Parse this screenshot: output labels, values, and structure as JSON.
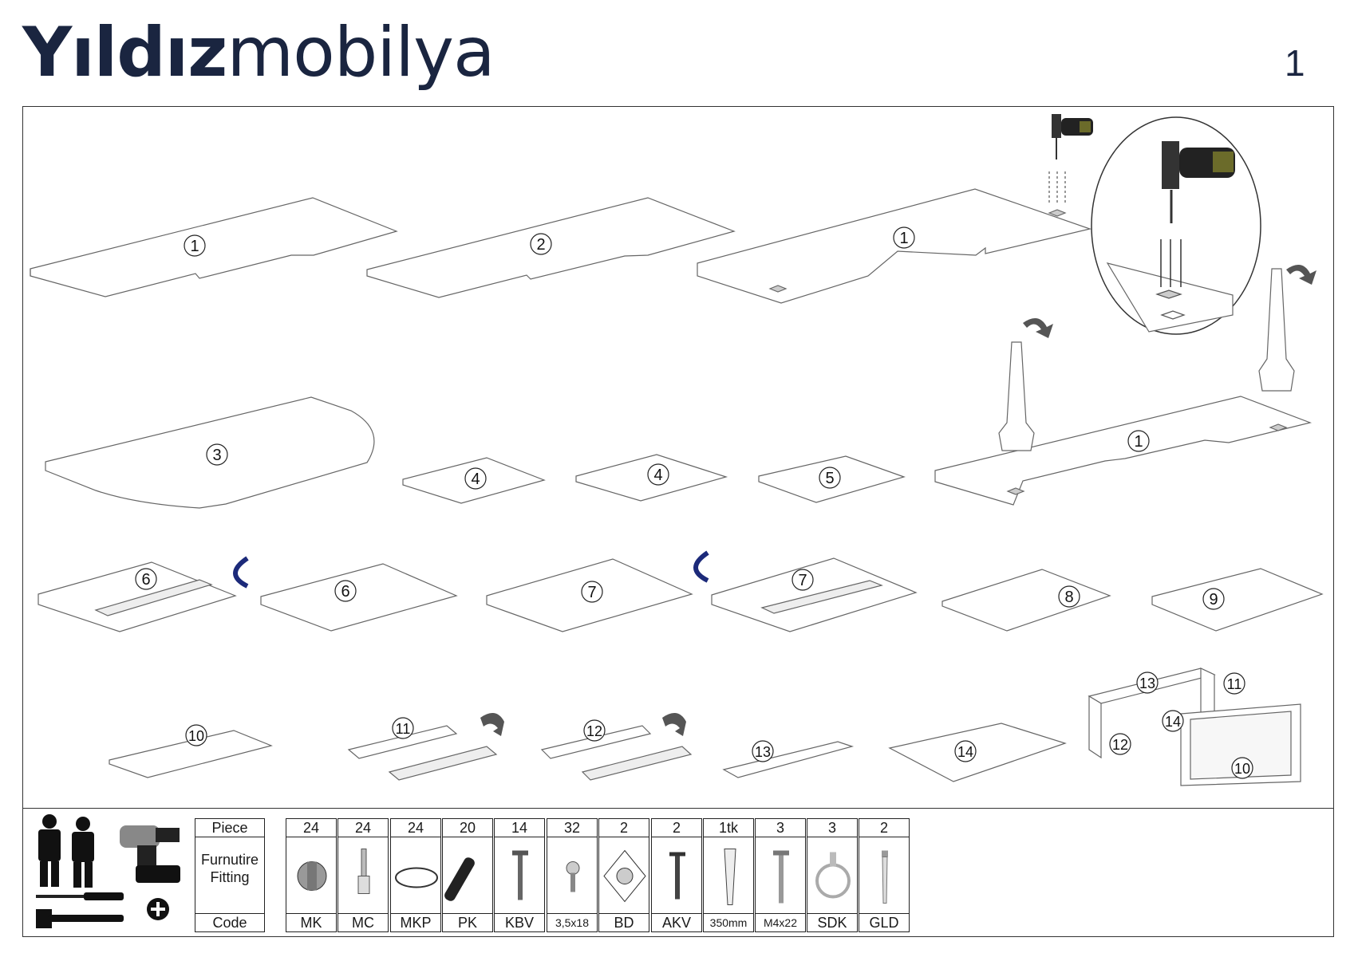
{
  "brand": {
    "bold": "Yıldız",
    "light": "mobilya"
  },
  "page_number": "1",
  "parts": {
    "p1a": "1",
    "p2": "2",
    "p1b": "1",
    "p3": "3",
    "p4a": "4",
    "p4b": "4",
    "p5": "5",
    "p1c": "1",
    "p6a": "6",
    "p6b": "6",
    "p7a": "7",
    "p7b": "7",
    "p8": "8",
    "p9": "9",
    "p10": "10",
    "p11": "11",
    "p12": "12",
    "p13": "13",
    "p14": "14",
    "d13": "13",
    "d11": "11",
    "d14": "14",
    "d12": "12",
    "d10": "10"
  },
  "legend": {
    "piece": "Piece",
    "fitting_line1": "Furnutire",
    "fitting_line2": "Fitting",
    "code": "Code"
  },
  "fittings": [
    {
      "qty": "24",
      "code": "MK",
      "icon": "cam-lock-icon"
    },
    {
      "qty": "24",
      "code": "MC",
      "icon": "cam-bolt-icon"
    },
    {
      "qty": "24",
      "code": "MKP",
      "icon": "cam-cover-icon"
    },
    {
      "qty": "20",
      "code": "PK",
      "icon": "wooden-dowel-icon"
    },
    {
      "qty": "14",
      "code": "KBV",
      "icon": "confirmat-screw-icon"
    },
    {
      "qty": "32",
      "code": "3,5x18",
      "icon": "short-screw-icon"
    },
    {
      "qty": "2",
      "code": "BD",
      "icon": "leg-plate-icon"
    },
    {
      "qty": "2",
      "code": "AKV",
      "icon": "wood-screw-icon"
    },
    {
      "qty": "1tk",
      "code": "350mm",
      "icon": "drawer-rail-icon"
    },
    {
      "qty": "3",
      "code": "M4x22",
      "icon": "machine-screw-icon"
    },
    {
      "qty": "3",
      "code": "SDK",
      "icon": "ring-handle-icon"
    },
    {
      "qty": "2",
      "code": "GLD",
      "icon": "knob-icon"
    }
  ]
}
